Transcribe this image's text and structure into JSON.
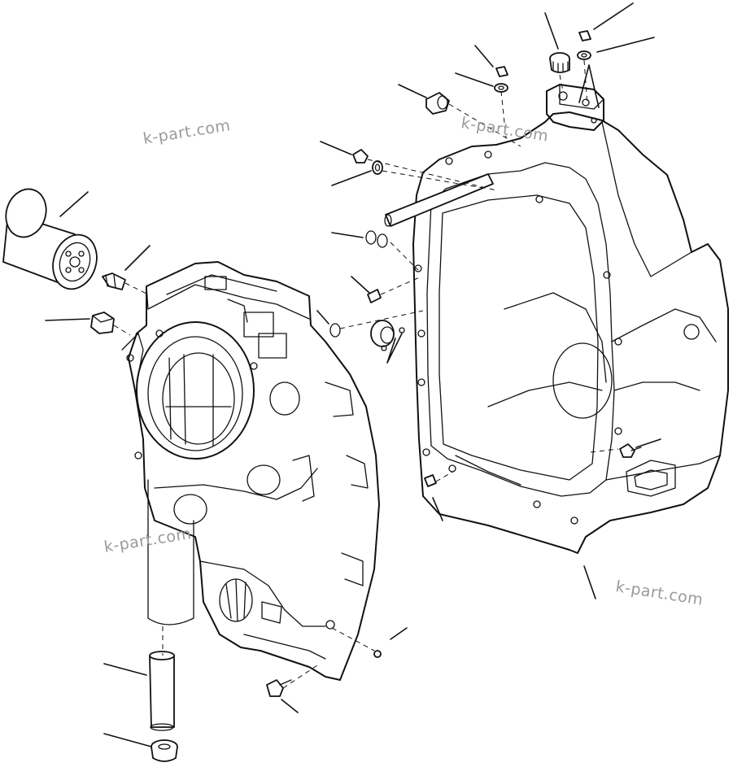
{
  "watermarks": [
    "k-part.com",
    "k-part.com",
    "k-part.com",
    "k-part.com"
  ],
  "parts": [
    "oil-filter",
    "filter-adapter-nipple",
    "plug-left",
    "front-transmission-case",
    "rear-transmission-case",
    "top-cap-plug",
    "top-bolt",
    "top-washer",
    "small-bolt",
    "small-washer",
    "breather-plug",
    "fitting-plug",
    "fitting-washer",
    "pipe",
    "o-ring-pair",
    "dowel-pin-upper",
    "o-ring-single",
    "center-plug",
    "small-washers",
    "case-bolt-right",
    "dowel-pin-lower",
    "small-ball",
    "case-bolt-bottom",
    "suction-pipe",
    "strainer-cap"
  ],
  "colors": {
    "line": "#111111",
    "background": "#ffffff",
    "watermark": "#9a9a9a"
  }
}
